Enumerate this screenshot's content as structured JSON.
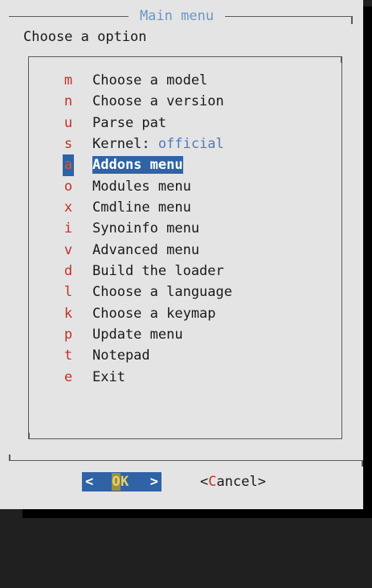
{
  "dialog": {
    "title": "Main menu",
    "prompt": "Choose a option"
  },
  "menu": {
    "selected_index": 4,
    "items": [
      {
        "key": "m",
        "label": "Choose a model",
        "value": ""
      },
      {
        "key": "n",
        "label": "Choose a version",
        "value": ""
      },
      {
        "key": "u",
        "label": "Parse pat",
        "value": ""
      },
      {
        "key": "s",
        "label": "Kernel: ",
        "value": "official"
      },
      {
        "key": "a",
        "label": "Addons menu",
        "value": ""
      },
      {
        "key": "o",
        "label": "Modules menu",
        "value": ""
      },
      {
        "key": "x",
        "label": "Cmdline menu",
        "value": ""
      },
      {
        "key": "i",
        "label": "Synoinfo menu",
        "value": ""
      },
      {
        "key": "v",
        "label": "Advanced menu",
        "value": ""
      },
      {
        "key": "d",
        "label": "Build the loader",
        "value": ""
      },
      {
        "key": "l",
        "label": "Choose a language",
        "value": ""
      },
      {
        "key": "k",
        "label": "Choose a keymap",
        "value": ""
      },
      {
        "key": "p",
        "label": "Update menu",
        "value": ""
      },
      {
        "key": "t",
        "label": "Notepad",
        "value": ""
      },
      {
        "key": "e",
        "label": "Exit",
        "value": ""
      }
    ]
  },
  "buttons": {
    "ok": {
      "left": "<",
      "hot": "O",
      "rest": "K",
      "right": ">"
    },
    "cancel": {
      "open": "<",
      "hot": "C",
      "rest": "ancel",
      "close": ">"
    }
  },
  "colors": {
    "dialog_bg": "#e4e4e4",
    "title": "#6b95c9",
    "hotkey": "#c0322a",
    "selection_bg": "#2f63a6",
    "value_text": "#4e7bbe",
    "ok_text": "#e8d36a"
  }
}
